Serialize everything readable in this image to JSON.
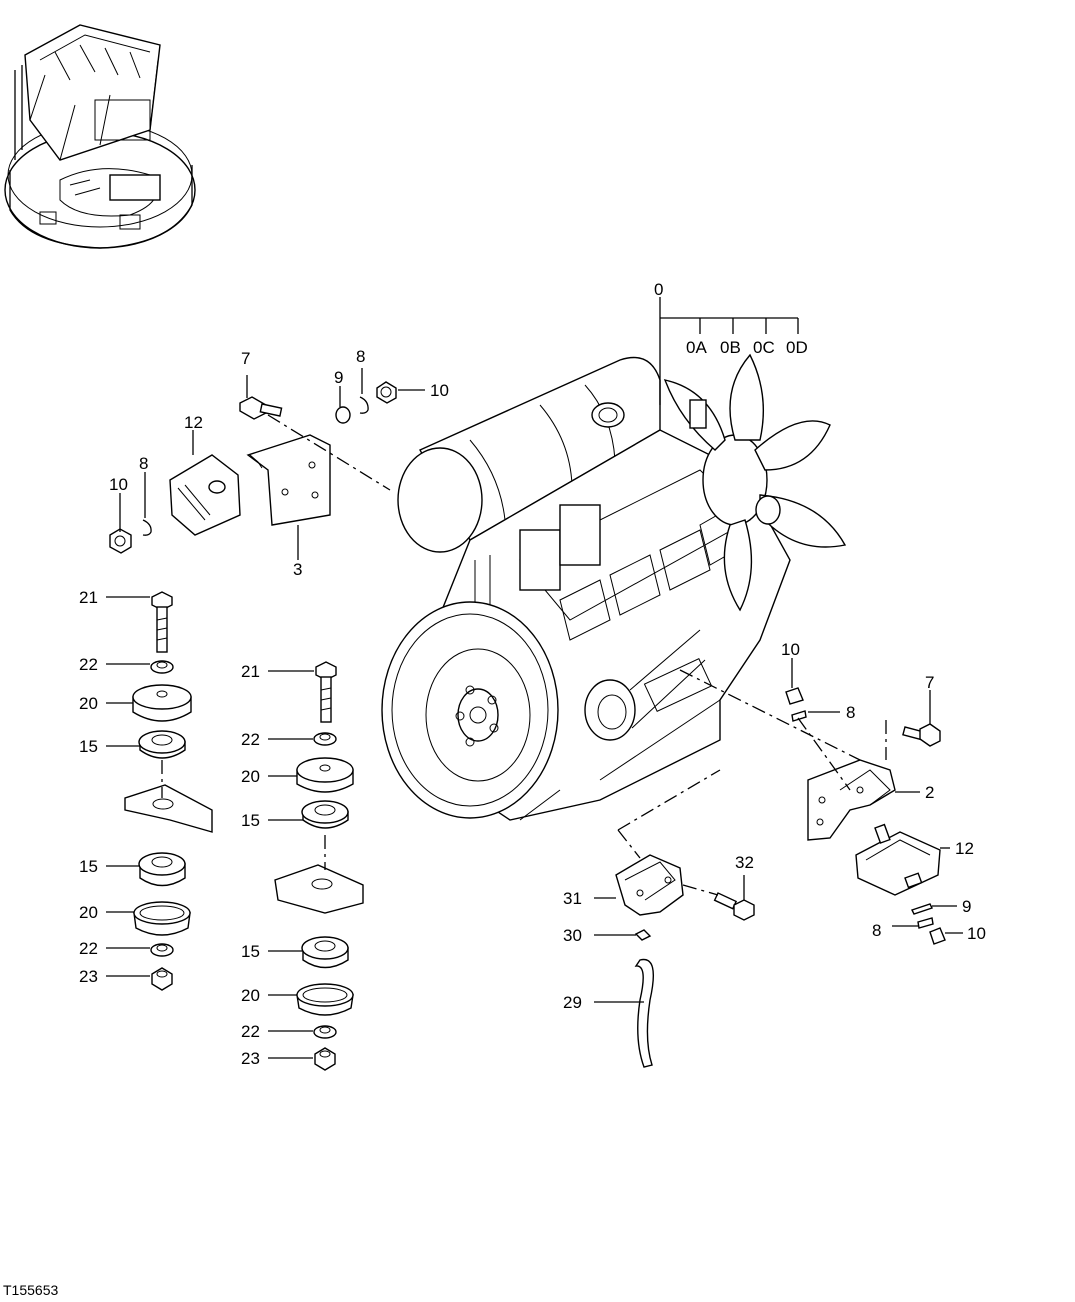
{
  "figure_id": "T155653",
  "callouts": {
    "c0": "0",
    "c0A": "0A",
    "c0B": "0B",
    "c0C": "0C",
    "c0D": "0D",
    "c7a": "7",
    "c8a": "8",
    "c9a": "9",
    "c10a": "10",
    "c12a": "12",
    "c8b": "8",
    "c10b": "10",
    "c3": "3",
    "c21a": "21",
    "c22a": "22",
    "c20a": "20",
    "c15a": "15",
    "c15b": "15",
    "c20b": "20",
    "c22b": "22",
    "c23a": "23",
    "c21b": "21",
    "c22c": "22",
    "c20c": "20",
    "c15c": "15",
    "c15d": "15",
    "c20d": "20",
    "c22d": "22",
    "c23b": "23",
    "c10c": "10",
    "c8c": "8",
    "c7b": "7",
    "c2": "2",
    "c12b": "12",
    "c9b": "9",
    "c8d": "8",
    "c10d": "10",
    "c32": "32",
    "c31": "31",
    "c30": "30",
    "c29": "29"
  }
}
